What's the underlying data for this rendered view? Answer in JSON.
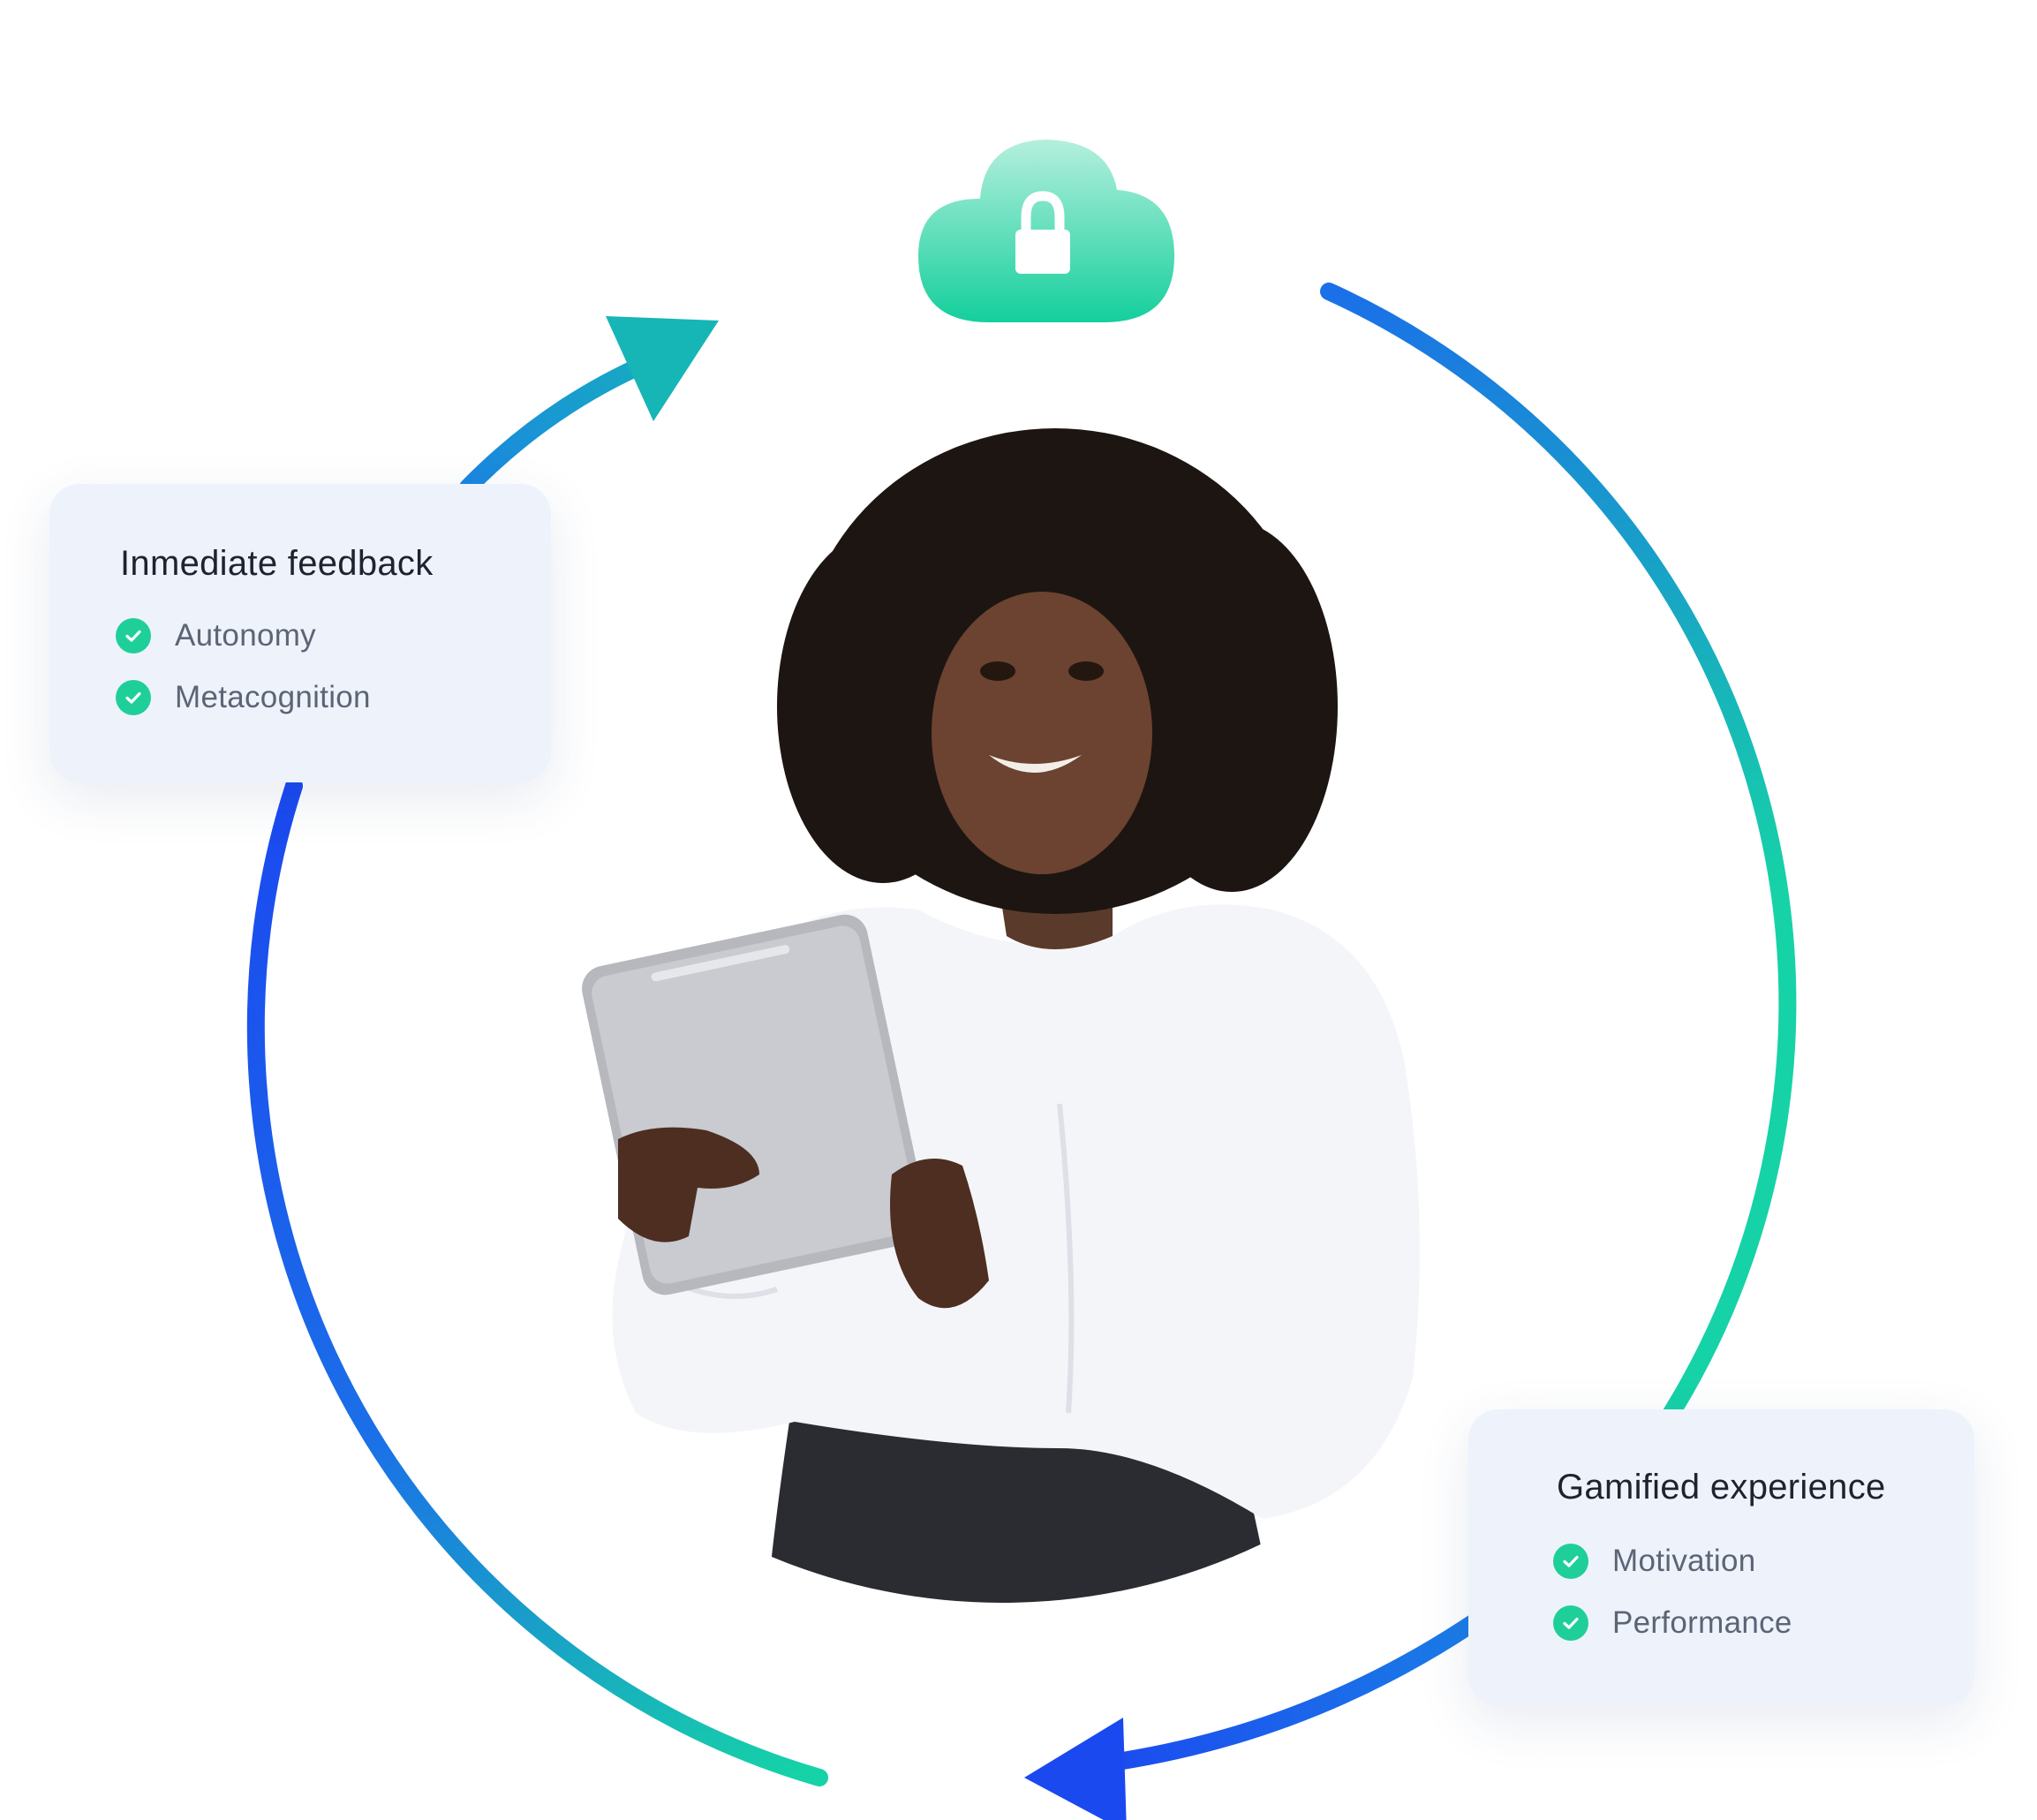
{
  "colors": {
    "blue": "#1b49f0",
    "teal": "#16d2a7",
    "check": "#1fcf9a",
    "card_bg": "#eef3fb",
    "cloud_top": "#9be9d3",
    "cloud_bottom": "#14cf9c"
  },
  "icons": {
    "cloud": "cloud-lock-icon",
    "check": "check-circle-icon",
    "arrow": "arrowhead-icon",
    "photo": "person-with-tablet-photo"
  },
  "cards": {
    "feedback": {
      "title": "Inmediate feedback",
      "items": [
        "Autonomy",
        "Metacognition"
      ]
    },
    "gamified": {
      "title": "Gamified experience",
      "items": [
        "Motivation",
        "Performance"
      ]
    }
  }
}
